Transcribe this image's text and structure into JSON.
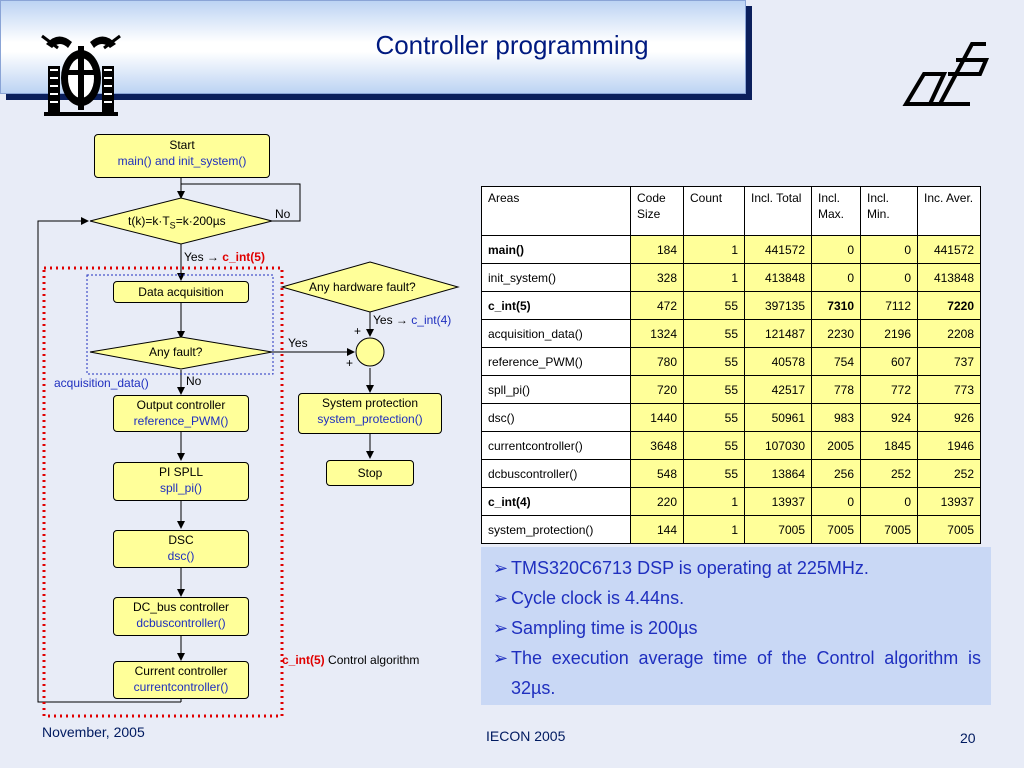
{
  "title": "Controller programming",
  "flow": {
    "start": "Start",
    "start_sub": "main() and init_system()",
    "cond1_a": "t(k)=k·T",
    "cond1_sub": "S",
    "cond1_b": "=k·200µs",
    "no1": "No",
    "yes1": "Yes →",
    "yes1_int": "c_int(5)",
    "data_acq": "Data acquisition",
    "hw_fault": "Any hardware fault?",
    "yes2": "Yes →",
    "yes2_int": "c_int(4)",
    "any_fault": "Any fault?",
    "yes3": "Yes",
    "plus": "+",
    "acq_label": "acquisition_data()",
    "no2": "No",
    "sysprot": "System protection",
    "sysprot_sub": "system_protection()",
    "stop": "Stop",
    "out_ctrl": "Output controller",
    "out_ctrl_sub": "reference_PWM()",
    "pi_spll": "PI SPLL",
    "pi_spll_sub": "spll_pi()",
    "dsc": "DSC",
    "dsc_sub": "dsc()",
    "dcbus": "DC_bus controller",
    "dcbus_sub": "dcbuscontroller()",
    "current": "Current controller",
    "current_sub": "currentcontroller()",
    "cint_label": "c_int(5)",
    "cint_text": "Control algorithm"
  },
  "table": {
    "headers": [
      "Areas",
      "Code Size",
      "Count",
      "Incl. Total",
      "Incl. Max.",
      "Incl. Min.",
      "Inc. Aver."
    ],
    "rows": [
      [
        "main()",
        "184",
        "1",
        "441572",
        "0",
        "0",
        "441572"
      ],
      [
        "init_system()",
        "328",
        "1",
        "413848",
        "0",
        "0",
        "413848"
      ],
      [
        "c_int(5)",
        "472",
        "55",
        "397135",
        "7310",
        "7112",
        "7220"
      ],
      [
        "acquisition_data()",
        "1324",
        "55",
        "121487",
        "2230",
        "2196",
        "2208"
      ],
      [
        "reference_PWM()",
        "780",
        "55",
        "40578",
        "754",
        "607",
        "737"
      ],
      [
        "spll_pi()",
        "720",
        "55",
        "42517",
        "778",
        "772",
        "773"
      ],
      [
        "dsc()",
        "1440",
        "55",
        "50961",
        "983",
        "924",
        "926"
      ],
      [
        "currentcontroller()",
        "3648",
        "55",
        "107030",
        "2005",
        "1845",
        "1946"
      ],
      [
        "dcbuscontroller()",
        "548",
        "55",
        "13864",
        "256",
        "252",
        "252"
      ],
      [
        "c_int(4)",
        "220",
        "1",
        "13937",
        "0",
        "0",
        "13937"
      ],
      [
        "system_protection()",
        "144",
        "1",
        "7005",
        "7005",
        "7005",
        "7005"
      ]
    ]
  },
  "bullets": [
    "TMS320C6713 DSP is operating at 225MHz.",
    "Cycle clock is 4.44ns.",
    "Sampling time is 200µs",
    "The execution average time of the Control algorithm is 32µs."
  ],
  "bullet_glyph": "➢",
  "footer": {
    "date": "November, 2005",
    "conf": "IECON 2005",
    "page": "20"
  },
  "logo_right": "dE"
}
